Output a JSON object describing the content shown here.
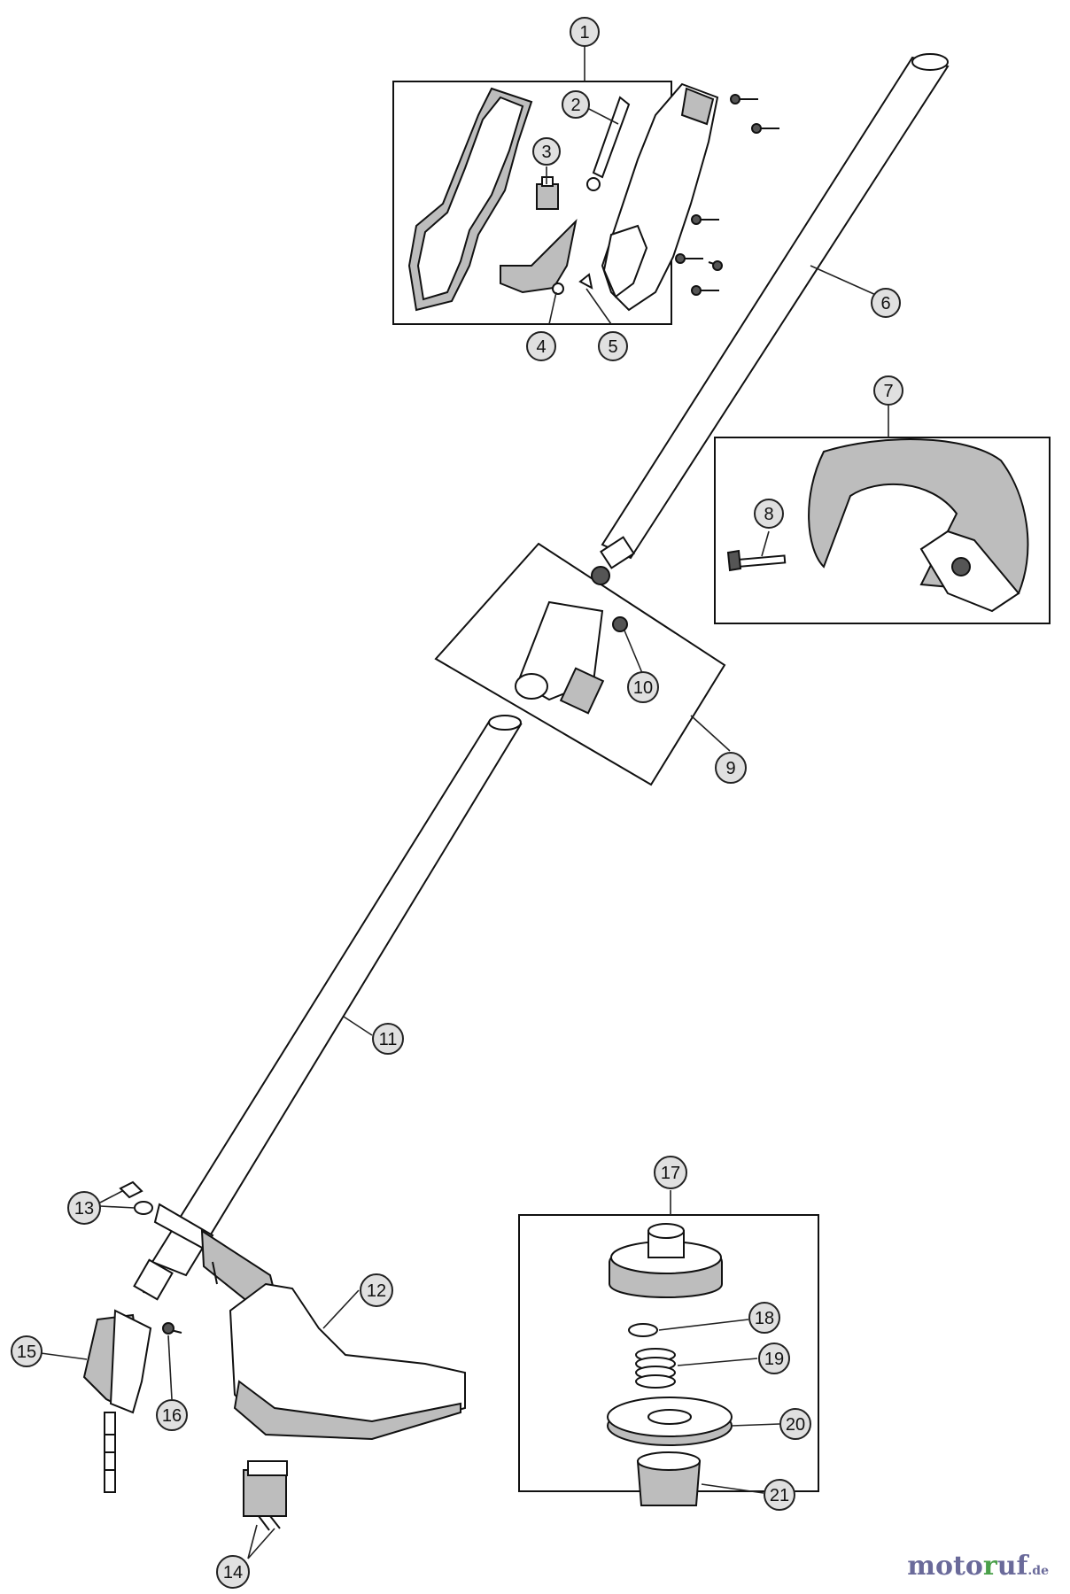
{
  "callouts": [
    {
      "label": "1"
    },
    {
      "label": "2"
    },
    {
      "label": "3"
    },
    {
      "label": "4"
    },
    {
      "label": "5"
    },
    {
      "label": "6"
    },
    {
      "label": "7"
    },
    {
      "label": "8"
    },
    {
      "label": "9"
    },
    {
      "label": "10"
    },
    {
      "label": "11"
    },
    {
      "label": "12"
    },
    {
      "label": "13"
    },
    {
      "label": "14"
    },
    {
      "label": "15"
    },
    {
      "label": "16"
    },
    {
      "label": "17"
    },
    {
      "label": "18"
    },
    {
      "label": "19"
    },
    {
      "label": "20"
    },
    {
      "label": "21"
    }
  ],
  "watermark": {
    "part_a": "moto",
    "part_b": "r",
    "part_c": "uf",
    "suffix": ".de"
  },
  "colors": {
    "callout_fill": "#e0e0e0",
    "line": "#222222",
    "watermark_blue": "#6a6a9a",
    "watermark_green": "#4aa04a"
  }
}
